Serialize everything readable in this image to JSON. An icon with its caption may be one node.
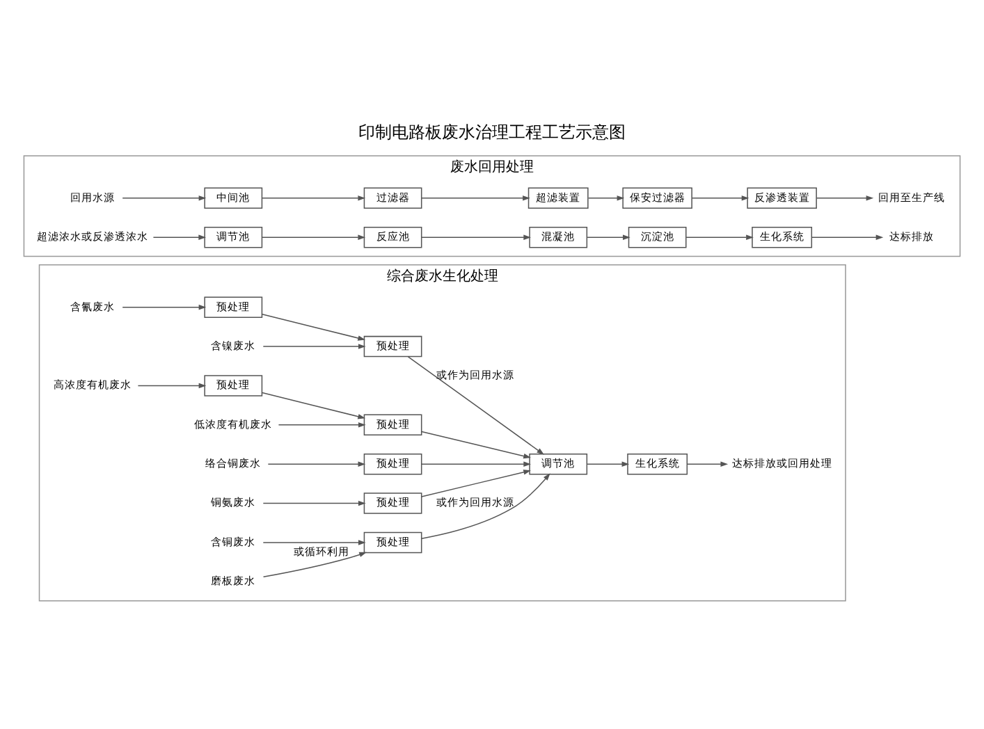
{
  "diagram": {
    "title": "印制电路板废水治理工程工艺示意图",
    "nodes": [
      {
        "text": [
          "综合废水生化处理"
        ]
      },
      {
        "text": [
          "含氰废水"
        ],
        "in": 0
      },
      {
        "text": [
          "预处理"
        ],
        "in": 0
      },
      {
        "text": [
          "含镍废水"
        ],
        "in": 0
      },
      {
        "text": [
          "预处理"
        ],
        "in": 0
      },
      {
        "text": [
          "高浓度有机废水"
        ],
        "in": 0
      },
      {
        "text": [
          "预处理"
        ],
        "in": 0
      },
      {
        "text": [
          "低浓度有机废水"
        ],
        "in": 0
      },
      {
        "text": [
          "预处理"
        ],
        "in": 0
      },
      {
        "text": [
          "络合铜废水"
        ],
        "in": 0
      },
      {
        "text": [
          "预处理"
        ],
        "in": 0
      },
      {
        "text": [
          "铜氨废水"
        ],
        "in": 0
      },
      {
        "text": [
          "预处理"
        ],
        "in": 0
      },
      {
        "text": [
          "含铜废水"
        ],
        "in": 0
      },
      {
        "text": [
          "预处理"
        ],
        "in": 0
      },
      {
        "text": [
          "磨板废水"
        ],
        "in": 0
      },
      {
        "text": [
          "调节池"
        ],
        "in": 0
      },
      {
        "text": [
          "生化系统"
        ],
        "in": 0
      },
      {
        "text": [
          "达标排放或回用处理"
        ],
        "in": 0
      },
      {
        "text": [
          "废水回用处理"
        ]
      },
      {
        "text": [
          "回用水源"
        ],
        "in": 19
      },
      {
        "text": [
          "中间池"
        ],
        "in": 19
      },
      {
        "text": [
          "过滤器"
        ],
        "in": 19
      },
      {
        "text": [
          "超滤装置"
        ],
        "in": 19
      },
      {
        "text": [
          "保安过滤器"
        ],
        "in": 19
      },
      {
        "text": [
          "反渗透装置"
        ],
        "in": 19
      },
      {
        "text": [
          "回用至生产线"
        ],
        "in": 19
      },
      {
        "text": [
          "超滤浓水或反渗透浓水"
        ],
        "in": 19
      },
      {
        "text": [
          "调节池"
        ],
        "in": 19
      },
      {
        "text": [
          "反应池"
        ],
        "in": 19
      },
      {
        "text": [
          "混凝池"
        ],
        "in": 19
      },
      {
        "text": [
          "沉淀池"
        ],
        "in": 19
      },
      {
        "text": [
          "生化系统"
        ],
        "in": 19
      },
      {
        "text": [
          "达标排放"
        ],
        "in": 19
      }
    ],
    "edges": [
      {
        "from": 1,
        "to": 2,
        "arrow": "to"
      },
      {
        "from": 2,
        "to": 4,
        "arrow": "to"
      },
      {
        "from": 3,
        "to": 4,
        "arrow": "to"
      },
      {
        "from": 5,
        "to": 6,
        "arrow": "to"
      },
      {
        "from": 6,
        "to": 8,
        "arrow": "to"
      },
      {
        "from": 7,
        "to": 8,
        "arrow": "to"
      },
      {
        "from": 9,
        "to": 10,
        "arrow": "to"
      },
      {
        "from": 11,
        "to": 12,
        "arrow": "to"
      },
      {
        "from": 13,
        "to": 14,
        "arrow": "to"
      },
      {
        "from": 15,
        "to": 14,
        "arrow": "to",
        "label": "或循环利用"
      },
      {
        "from": 4,
        "to": 16,
        "arrow": "to",
        "label": "或作为回用水源"
      },
      {
        "from": 8,
        "to": 16,
        "arrow": "to"
      },
      {
        "from": 10,
        "to": 16,
        "arrow": "to"
      },
      {
        "from": 12,
        "to": 16,
        "arrow": "to"
      },
      {
        "from": 14,
        "to": 16,
        "arrow": "to",
        "label": "或作为回用水源"
      },
      {
        "from": 16,
        "to": 17,
        "arrow": "to"
      },
      {
        "from": 17,
        "to": 18,
        "arrow": "to"
      },
      {
        "from": 20,
        "to": 21,
        "arrow": "to"
      },
      {
        "from": 21,
        "to": 22,
        "arrow": "to"
      },
      {
        "from": 22,
        "to": 23,
        "arrow": "to"
      },
      {
        "from": 23,
        "to": 24,
        "arrow": "to"
      },
      {
        "from": 24,
        "to": 25,
        "arrow": "to"
      },
      {
        "from": 25,
        "to": 26,
        "arrow": "to"
      },
      {
        "from": 27,
        "to": 28,
        "arrow": "to"
      },
      {
        "from": 28,
        "to": 29,
        "arrow": "to"
      },
      {
        "from": 29,
        "to": 30,
        "arrow": "to"
      },
      {
        "from": 30,
        "to": 31,
        "arrow": "to"
      },
      {
        "from": 31,
        "to": 32,
        "arrow": "to"
      },
      {
        "from": 32,
        "to": 33,
        "arrow": "to"
      }
    ]
  }
}
